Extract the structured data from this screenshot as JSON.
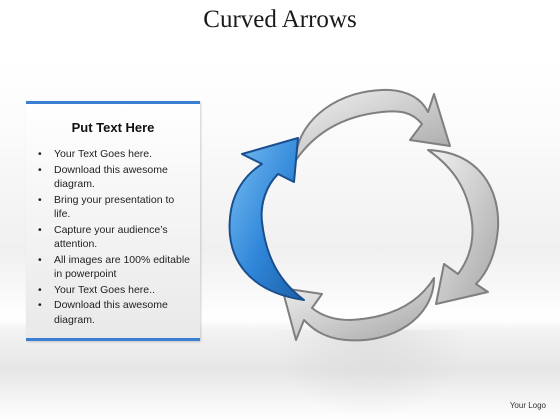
{
  "title": "Curved Arrows",
  "text_box": {
    "heading": "Put Text Here",
    "bullets": [
      "Your Text Goes here.",
      "Download this awesome diagram.",
      "Bring your presentation to life.",
      "Capture your audience’s attention.",
      "All images are 100% editable in powerpoint",
      "Your Text Goes here..",
      "Download this awesome diagram."
    ]
  },
  "diagram": {
    "arrow_count": 4,
    "highlighted_arrow": "left",
    "colors": {
      "highlight": "#2f86d8",
      "highlight_dark": "#1c5fa8",
      "gray": "#c8c8c8",
      "gray_dark": "#8d8d8d"
    }
  },
  "footer": {
    "logo_text": "Your Logo"
  }
}
